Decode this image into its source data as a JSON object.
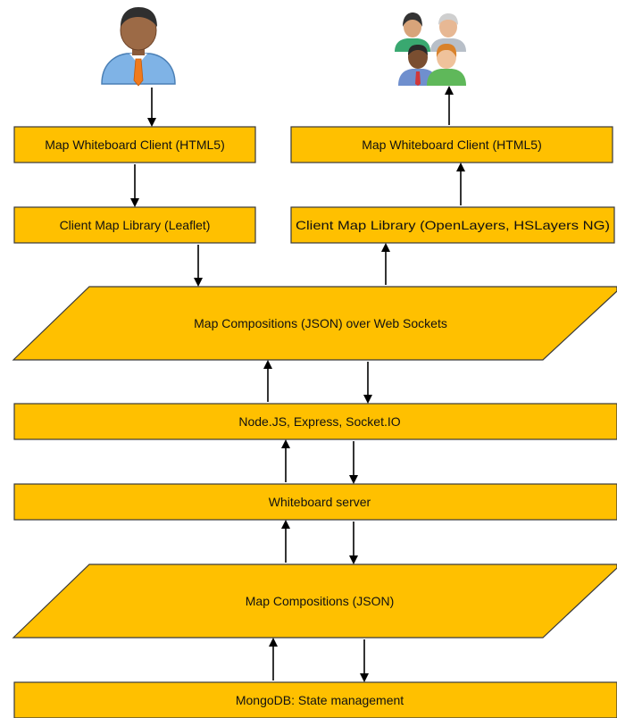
{
  "colors": {
    "fill": "#FFC000",
    "stroke": "#3a3a3a",
    "arrow": "#000000"
  },
  "boxes": {
    "client_left": "Map Whiteboard Client (HTML5)",
    "library_left": "Client Map Library (Leaflet)",
    "client_right": "Map Whiteboard Client (HTML5)",
    "library_right": "Client Map Library (OpenLayers, HSLayers NG)",
    "websockets": "Map Compositions (JSON) over Web Sockets",
    "node": "Node.JS, Express, Socket.IO",
    "server": "Whiteboard server",
    "compositions": "Map Compositions (JSON)",
    "mongodb": "MongoDB: State management"
  },
  "icons": {
    "single_user": "single-user-icon",
    "user_group": "user-group-icon"
  }
}
